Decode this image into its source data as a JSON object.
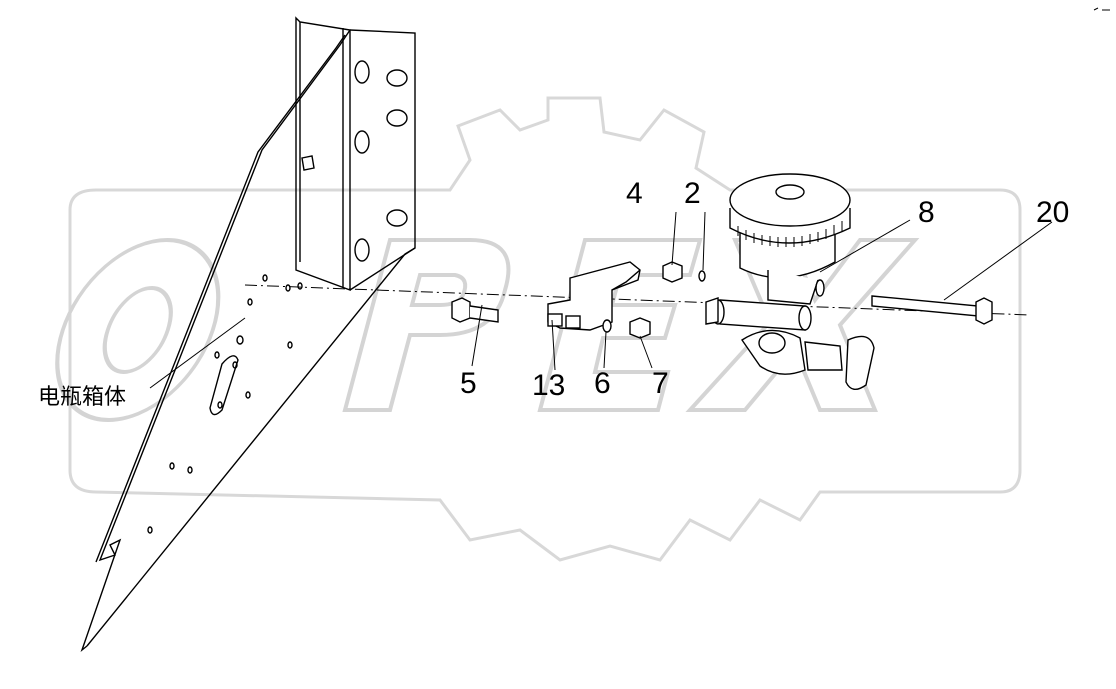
{
  "watermark": {
    "brand_text": "OPEX",
    "color": "#d8d8d8"
  },
  "labels": {
    "battery_box": "电瓶箱体",
    "part_4": "4",
    "part_2": "2",
    "part_8": "8",
    "part_20": "20",
    "part_5": "5",
    "part_13": "13",
    "part_6": "6",
    "part_7": "7"
  },
  "line_color": "#000000"
}
